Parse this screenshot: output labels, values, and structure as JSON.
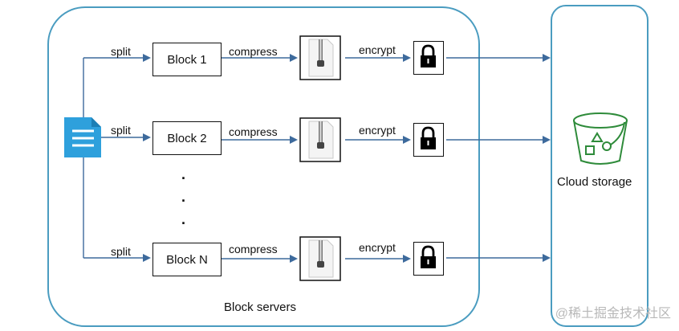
{
  "diagram": {
    "rows": [
      {
        "split": "split",
        "block": "Block 1",
        "compress": "compress",
        "encrypt": "encrypt"
      },
      {
        "split": "split",
        "block": "Block 2",
        "compress": "compress",
        "encrypt": "encrypt"
      },
      {
        "split": "split",
        "block": "Block N",
        "compress": "compress",
        "encrypt": "encrypt"
      }
    ],
    "ellipsis": ".",
    "group_label": "Block servers",
    "storage_label": "Cloud storage",
    "watermark": "@稀土掘金技术社区",
    "colors": {
      "container_border": "#4a9cc0",
      "arrow": "#3d6a9c",
      "file_icon": "#2ea0dc",
      "bucket": "#2e8b3a"
    },
    "icons": {
      "source": "document-icon",
      "compress": "zip-archive-icon",
      "encrypt": "lock-icon",
      "storage": "bucket-icon"
    }
  }
}
